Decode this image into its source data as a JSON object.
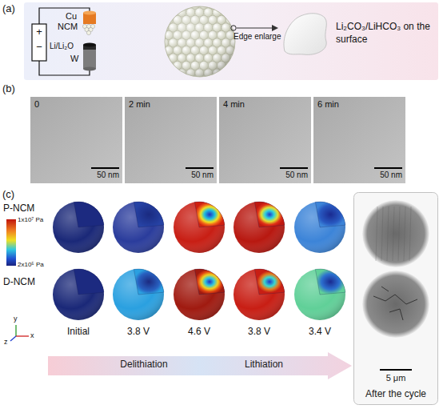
{
  "diagram": {
    "nodes": [
      {
        "text": [
          "Delithiation",
          "Lithiation"
        ]
      },
      {
        "text": [
          "5 μm",
          "After the cycle"
        ]
      }
    ],
    "labels": [
      "(a)",
      "+",
      "−",
      "Cu",
      "NCM",
      "Li/Li₂O",
      "W",
      "Edge enlarge",
      "Li₂CO₃/LiHCO₃ on the surface",
      "(b)",
      "0",
      "2 min",
      "4 min",
      "6 min",
      "50 nm",
      "50 nm",
      "50 nm",
      "50 nm",
      "(c)",
      "P-NCM",
      "D-NCM",
      "1x10⁷ Pa",
      "2x10⁵ Pa",
      "y",
      "z",
      "x",
      "Initial",
      "3.8 V",
      "4.6 V",
      "3.8 V",
      "3.4 V"
    ]
  }
}
